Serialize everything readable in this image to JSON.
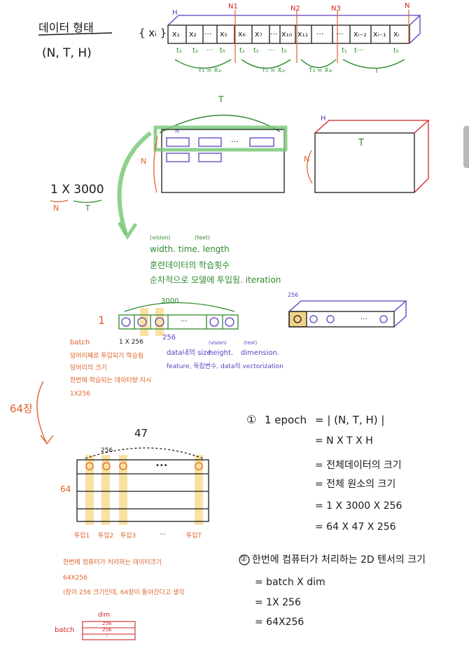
{
  "title": {
    "line1": "데이터 형태",
    "line2": "(N, T, H)"
  },
  "sequence": {
    "xi_label": "{ xᵢ }",
    "cells": [
      "x₁",
      "x₂",
      "···",
      "x₅",
      "x₆",
      "x₇",
      "···",
      "x₁₀",
      "x₁₁",
      "···",
      "···",
      "xᵢ₋₂",
      "xᵢ₋₁",
      "xᵢ"
    ],
    "markers": [
      "N1",
      "N2",
      "N3",
      "N"
    ],
    "h_label": "H",
    "time_ticks": [
      "t₁",
      "t₂",
      "···",
      "t₅",
      "t₁",
      "t₂",
      "···",
      "t₅",
      "t₁",
      "t···",
      "t₅"
    ],
    "groups": [
      "T₁ = X₁ᵢ",
      "T₂ = X₂ᵢ",
      "T₃ = X₃ᵢ",
      "T"
    ]
  },
  "block": {
    "t_label": "T",
    "n_label": "N",
    "h_label": "H",
    "dots": "···"
  },
  "cube": {
    "h_label": "H",
    "t_label": "T",
    "n_label": "N"
  },
  "example": {
    "size": "1 X 3000",
    "n_label": "N",
    "t_label": "T"
  },
  "notes": {
    "vision": "(vision)",
    "text": "(text)",
    "wtl": "width. time. length",
    "line2": "훈련데이터의 학습횟수",
    "line3": "순차적으로 모델에 투입됨. iteration"
  },
  "row": {
    "count": "3000",
    "one": "1",
    "dots": "···",
    "cube_label": "256"
  },
  "batch_notes": {
    "batch": "batch",
    "size": "1 X 256",
    "dim": "256",
    "data_size": "data내의 size.",
    "height": "height.",
    "dimension": "dimension.",
    "vision": "(vision)",
    "text": "(text)",
    "feature": "feature, 독립변수, data의 vectorization",
    "line1": "덩어리째로 투입되기 학습됨",
    "line2": "덩어리의 크기",
    "line3": "한번에 학습되는 데이터량 지시",
    "line4": "1X256"
  },
  "grid": {
    "sheets": "64장",
    "top": "47",
    "row_label": "64",
    "col_label": "256",
    "inputs": [
      "투입1",
      "투입2",
      "투입3",
      "···",
      "투입T"
    ],
    "ellipsis": "•••"
  },
  "grid_notes": {
    "line1": "한번에 컴퓨터가 처리하는 데이터크기",
    "line2": "64X256",
    "line3": "(장이 256 크기인데, 64장이 돌아간다고 생각"
  },
  "mini_table": {
    "dim": "dim",
    "batch": "batch",
    "cells": [
      "256",
      "256",
      "⋮"
    ]
  },
  "equations": {
    "e1_num": "①",
    "e1_lhs": "1 epoch",
    "e1": [
      "= | (N, T, H) |",
      "= N X T X H",
      "= 전체데이터의 크기",
      "= 전체 원소의 크기",
      "= 1 X 3000 X 256",
      "= 64 X 47 X 256"
    ],
    "e2_num": "②",
    "e2_title": "한번에 컴퓨터가 처리하는 2D 텐서의 크기",
    "e2": [
      "= batch X dim",
      "= 1X 256",
      "= 64X256"
    ]
  }
}
